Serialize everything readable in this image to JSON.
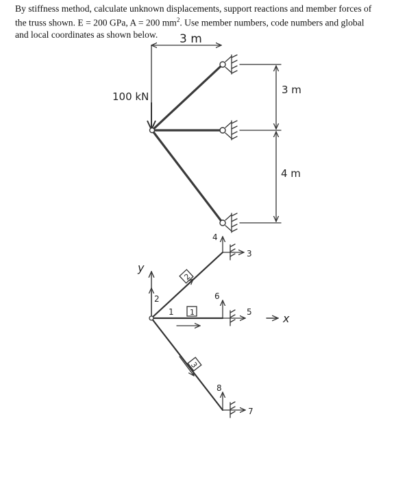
{
  "problem": {
    "line1": "By stiffness method, calculate unknown displacements, support reactions and member forces of",
    "line2_a": "the truss shown.  E = 200 GPa, A = 200 mm",
    "line2_sup1": "2",
    "line2_b": ".  Use member numbers, code numbers and global",
    "line3": "and local coordinates as shown below."
  },
  "dims": {
    "horizontal": "3 m",
    "vertical_top": "3 m",
    "vertical_bottom": "4 m"
  },
  "load": {
    "label": "100 kN"
  },
  "axes": {
    "x": "x",
    "y": "y"
  },
  "members": [
    {
      "label": "1"
    },
    {
      "label": "2"
    },
    {
      "label": "3"
    }
  ],
  "code_numbers": [
    "1",
    "2",
    "3",
    "4",
    "5",
    "6",
    "7",
    "8"
  ]
}
